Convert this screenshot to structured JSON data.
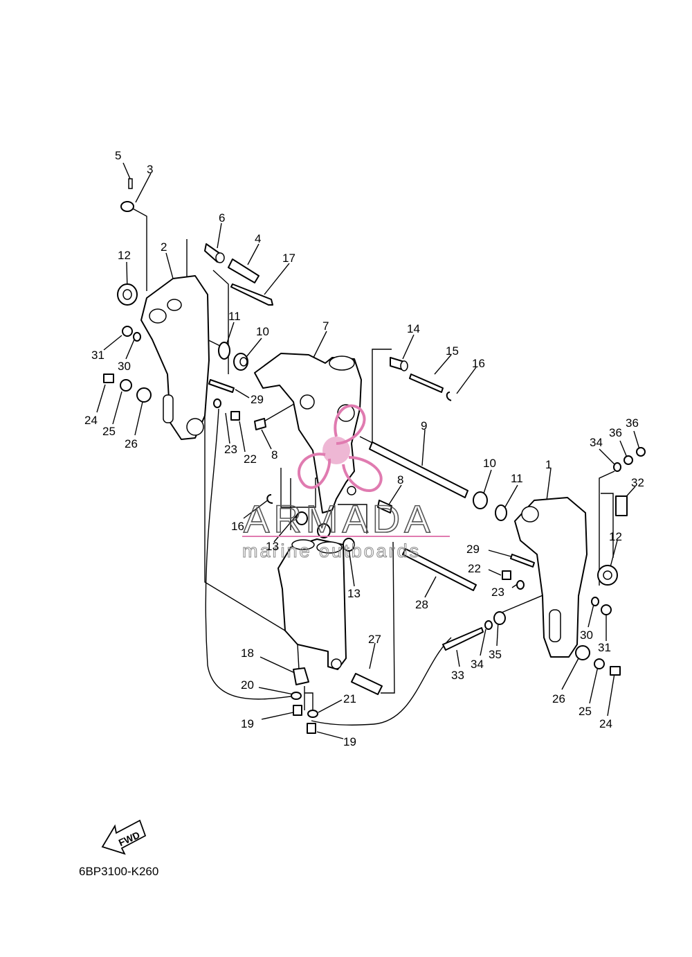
{
  "diagram_code": "6BP3100-K260",
  "fwd_label": "FWD",
  "watermark": {
    "brand": "ARMADA",
    "tagline": "marine outboards",
    "color": "#e07bb0"
  },
  "callouts": [
    "1",
    "2",
    "3",
    "4",
    "5",
    "6",
    "7",
    "8",
    "8",
    "9",
    "10",
    "10",
    "11",
    "11",
    "12",
    "12",
    "13",
    "13",
    "14",
    "15",
    "16",
    "16",
    "17",
    "18",
    "19",
    "19",
    "20",
    "21",
    "22",
    "22",
    "23",
    "23",
    "24",
    "24",
    "25",
    "25",
    "26",
    "26",
    "27",
    "28",
    "29",
    "29",
    "30",
    "30",
    "31",
    "31",
    "32",
    "33",
    "34",
    "34",
    "35",
    "36",
    "36"
  ]
}
